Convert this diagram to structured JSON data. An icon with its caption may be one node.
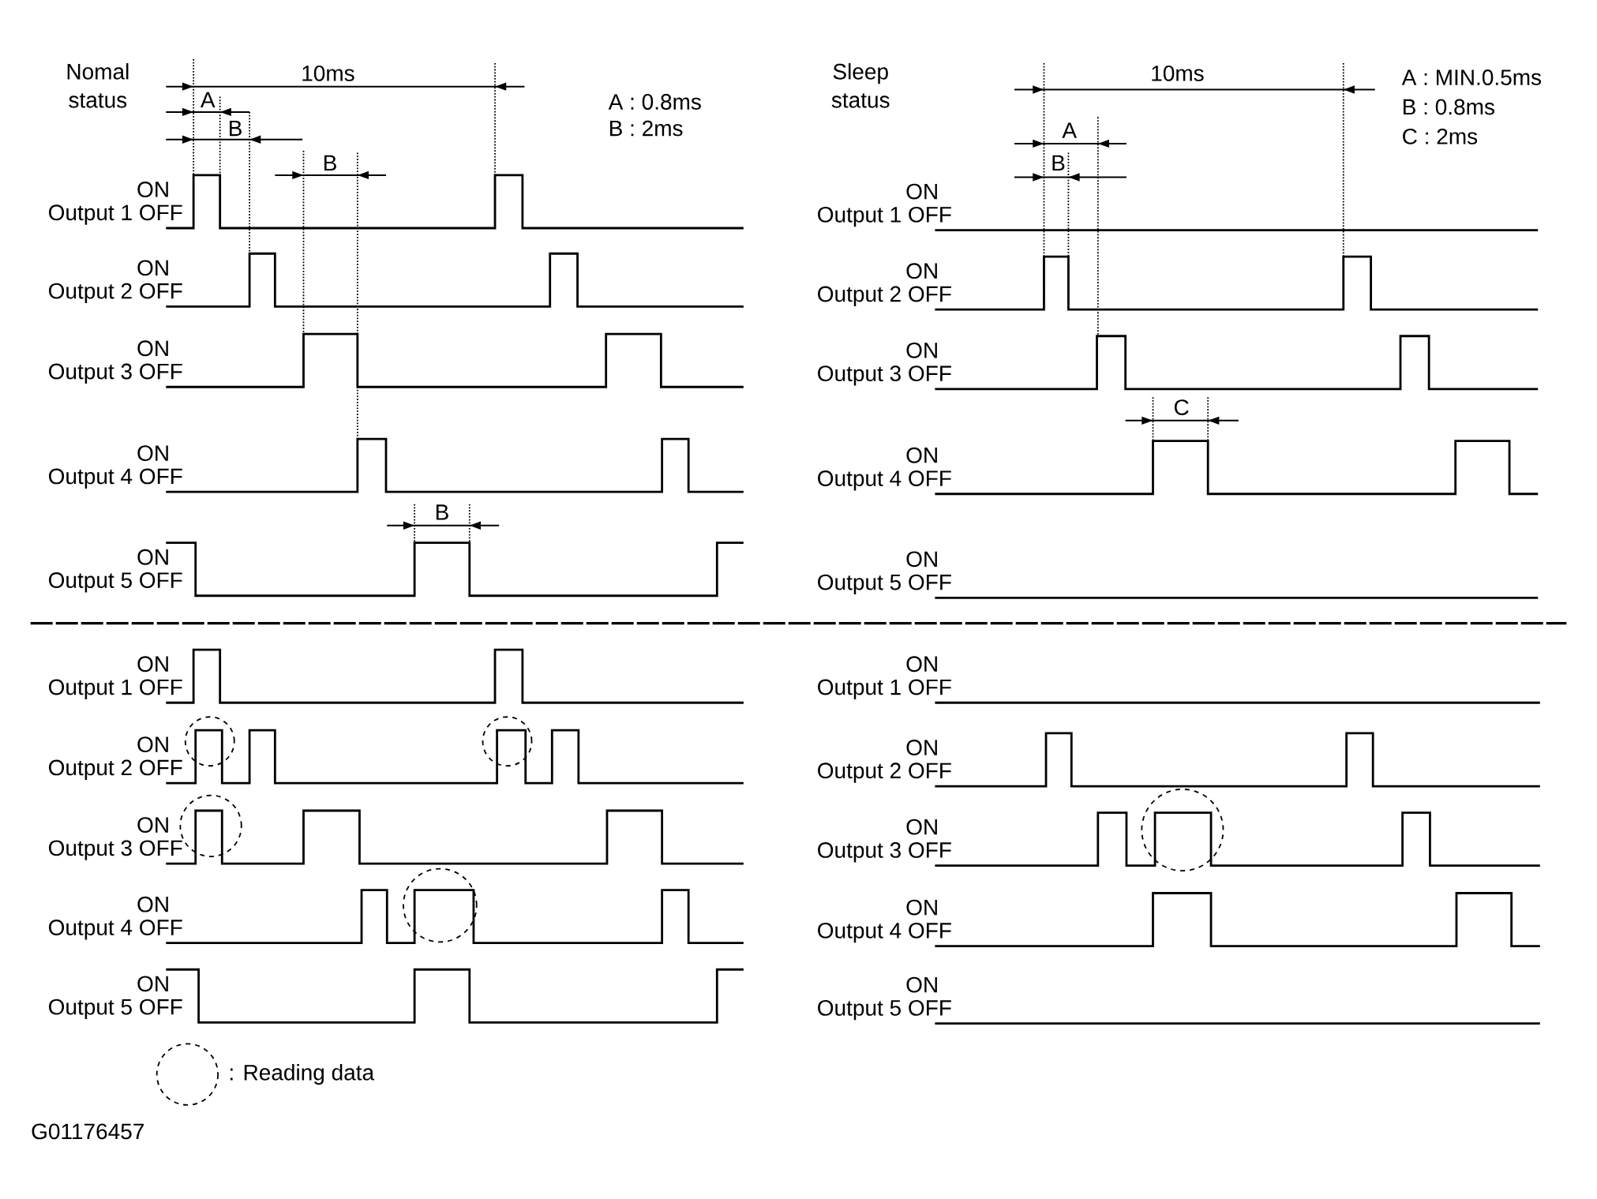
{
  "diagram": {
    "nodes": [
      {
        "text": [],
        "shape": "circle"
      },
      {
        "text": [],
        "shape": "circle"
      },
      {
        "text": [],
        "shape": "circle"
      },
      {
        "text": [],
        "shape": "circle"
      },
      {
        "text": [],
        "shape": "circle"
      }
    ],
    "labels": [
      "Nomal status",
      "10ms",
      "A",
      "B",
      "B",
      "B",
      "A : 0.8ms",
      "B : 2ms",
      "ON",
      "Output 1 OFF",
      "ON",
      "Output 2 OFF",
      "ON",
      "Output 3 OFF",
      "ON",
      "Output 4 OFF",
      "ON",
      "Output 5 OFF",
      "Sleep status",
      "10ms",
      "A",
      "B",
      "C",
      "A : MIN.0.5ms",
      "B : 0.8ms",
      "C : 2ms",
      "ON",
      "Output 1 OFF",
      "ON",
      "Output 2 OFF",
      "ON",
      "Output 3 OFF",
      "ON",
      "Output 4 OFF",
      "ON",
      "Output 5 OFF",
      "ON",
      "Output 1 OFF",
      "ON",
      "Output 2 OFF",
      "ON",
      "Output 3 OFF",
      "ON",
      "Output 4 OFF",
      "ON",
      "Output 5 OFF",
      "ON",
      "Output 1 OFF",
      "ON",
      "Output 2 OFF",
      "ON",
      "Output 3 OFF",
      "ON",
      "Output 4 OFF",
      "ON",
      "Output 5 OFF",
      "G01176457"
    ],
    "legend": [
      {
        "text": ": Reading data"
      }
    ]
  }
}
